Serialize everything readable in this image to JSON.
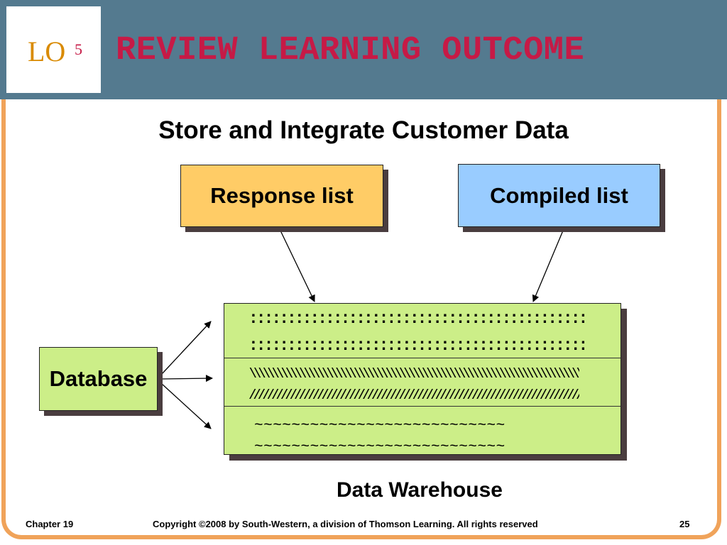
{
  "header": {
    "lo_label": "LO",
    "lo_number": "5",
    "title": "REVIEW LEARNING OUTCOME"
  },
  "slide": {
    "subtitle": "Store and Integrate Customer Data"
  },
  "diagram": {
    "response_list": "Response list",
    "compiled_list": "Compiled list",
    "database": "Database",
    "warehouse_label": "Data Warehouse",
    "warehouse_rows": [
      "::::::::::::::::::::::::::::::::::::::::::::::::::::::::",
      "::::::::::::::::::::::::::::::::::::::::::::::::::::::::",
      "\\\\\\\\\\\\\\\\\\\\\\\\\\\\\\\\\\\\\\\\\\\\\\\\\\\\\\\\\\\\\\\\\\\\\\\\\\\\\\\\\\\\\\\\\\\\\\\\\\\\\\\\\\\\\\\\\\\\\\\\\\\\\\\\\\\\\\\\\\\\\\\\\\\\\\\\",
      "///////////////////////////////////////////////////////////////////////////////////",
      "~~~~~~~~~~~~~~~~~~~~~~~~~~~",
      "~~~~~~~~~~~~~~~~~~~~~~~~~~~"
    ],
    "colors": {
      "response_fill": "#ffcc66",
      "compiled_fill": "#99ccff",
      "database_fill": "#ccee88",
      "warehouse_fill": "#ccee88"
    }
  },
  "footer": {
    "chapter": "Chapter 19",
    "copyright": "Copyright ©2008 by South-Western, a division of Thomson Learning.  All rights reserved",
    "page": "25"
  },
  "theme": {
    "header_bg": "#547a8f",
    "title_color": "#c61a46",
    "lo_color": "#d98a00",
    "frame_color": "#f0a35a"
  }
}
